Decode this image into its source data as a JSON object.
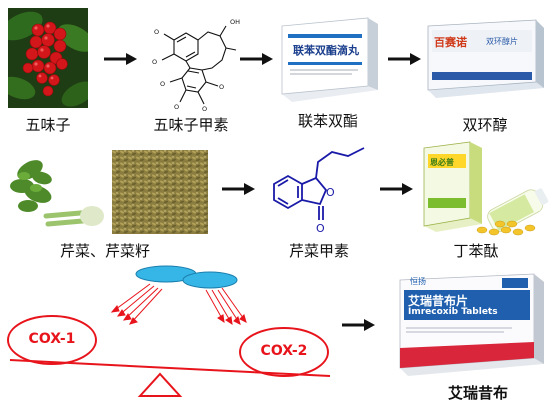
{
  "row1": {
    "schisandra": "五味子",
    "schisandrin": "五味子甲素",
    "bifendate": "联苯双酯",
    "bicyclol": "双环醇",
    "bifendate_box_title": "联苯双酯滴丸",
    "bicyclol_box_brand": "百赛诺",
    "bicyclol_box_name": "双环醇片"
  },
  "row2": {
    "celery": "芹菜、芹菜籽",
    "butylphthalide_a": "芹菜甲素",
    "nbp": "丁苯酞",
    "nbp_box_brand": "恩必普"
  },
  "row3": {
    "cox1": "COX-1",
    "cox2": "COX-2",
    "imrecoxib": "艾瑞昔布",
    "box_brand": "恒扬",
    "box_cn_title": "艾瑞昔布片",
    "box_en_title": "Imrecoxib Tablets"
  },
  "colors": {
    "arrow": "#111111",
    "cox_red": "#e8141c",
    "pill_blue": "#36b6e6",
    "structure_blue": "#1a1aa8"
  }
}
